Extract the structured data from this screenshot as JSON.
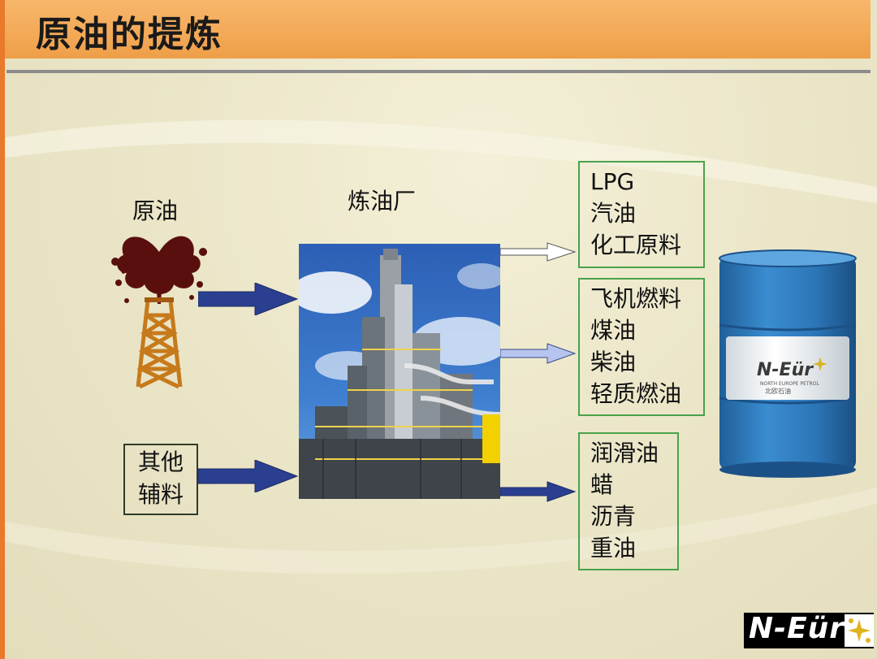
{
  "header": {
    "title": "原油的提炼"
  },
  "diagram": {
    "crude_label": "原油",
    "refinery_label": "炼油厂",
    "auxiliary": [
      "其他",
      "辅料"
    ],
    "product_groups": [
      [
        "LPG",
        "汽油",
        "化工原料"
      ],
      [
        "飞机燃料",
        "煤油",
        "柴油",
        "轻质燃油"
      ],
      [
        "润滑油",
        "蜡",
        "沥青",
        "重油"
      ]
    ],
    "drum_brand": "N-Eür",
    "drum_subtitle": "NORTH EUROPE PETROL",
    "drum_cn": "北欧石油"
  },
  "footer": {
    "logo_text": "N-Eür"
  },
  "colors": {
    "title_bar": "#f3a957",
    "accent_stripe": "#e9792b",
    "arrow_blue": "#2a3f8f",
    "product_box_border": "#4aa24a",
    "drum_blue": "#2f7fbf"
  }
}
